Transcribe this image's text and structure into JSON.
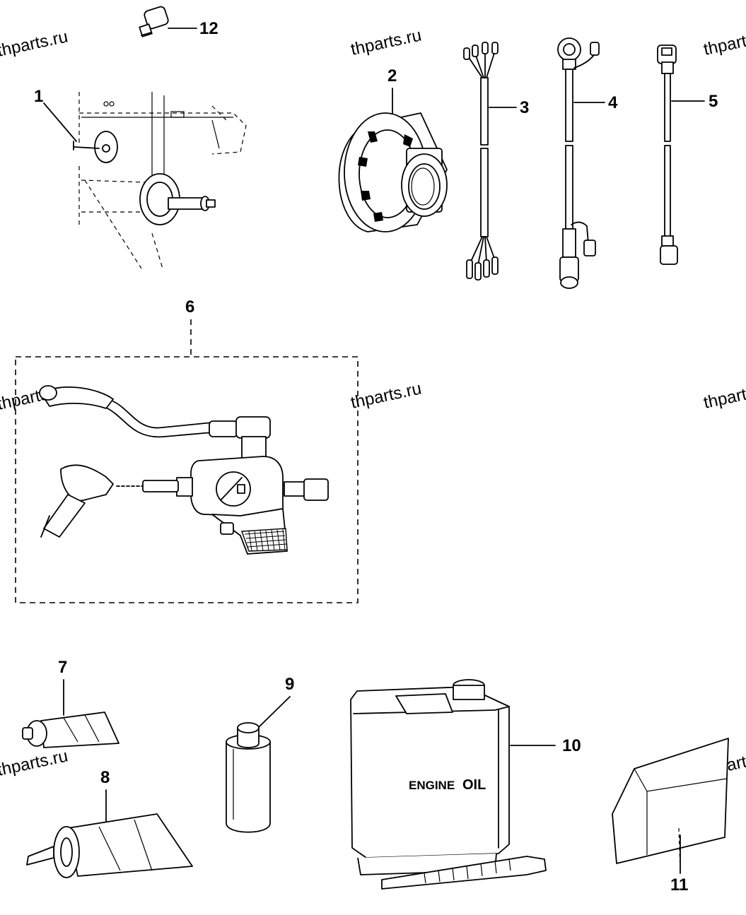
{
  "diagram": {
    "callouts": {
      "c1": "1",
      "c2": "2",
      "c3": "3",
      "c4": "4",
      "c5": "5",
      "c6": "6",
      "c7": "7",
      "c8": "8",
      "c9": "9",
      "c10": "10",
      "c11": "11",
      "c12": "12"
    },
    "watermark": "thparts.ru",
    "labels": {
      "engine": "ENGINE",
      "oil": "OIL"
    }
  }
}
